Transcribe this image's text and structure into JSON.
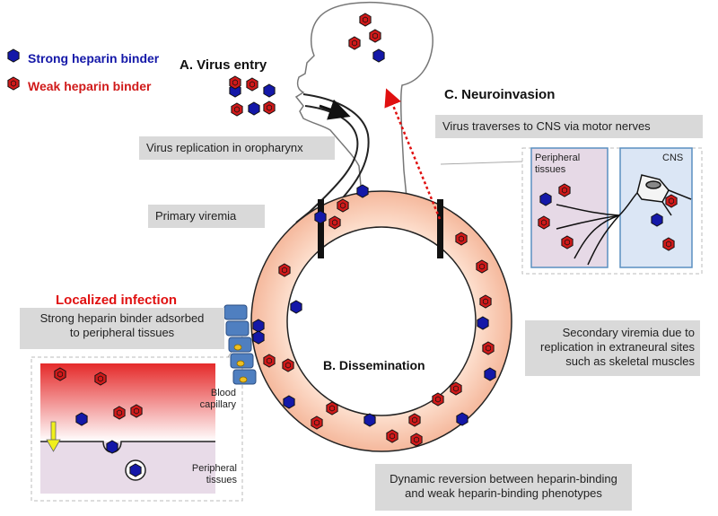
{
  "legend": {
    "strong": "Strong heparin binder",
    "weak": "Weak heparin binder",
    "strong_color": "#1418a8",
    "weak_color": "#d01a1a"
  },
  "sections": {
    "entry": "A. Virus entry",
    "neuro": "C. Neuroinvasion",
    "dissemination": "B. Dissemination",
    "localized": "Localized infection"
  },
  "boxes": {
    "oropharynx": "Virus replication in oropharynx",
    "primary": "Primary viremia",
    "motor": "Virus traverses to CNS via motor nerves",
    "adsorbed": [
      "Strong heparin binder adsorbed",
      "to peripheral tissues"
    ],
    "secondary": [
      "Secondary viremia due to",
      "replication in extraneural sites",
      "such as skeletal muscles"
    ],
    "reversion": [
      "Dynamic reversion between heparin-binding",
      "and weak heparin-binding phenotypes"
    ]
  },
  "insets": {
    "peripheral_tissues": [
      "Peripheral",
      "tissues"
    ],
    "cns": "CNS",
    "blood_capillary": [
      "Blood",
      "capillary"
    ],
    "peripheral_tissues_lower": [
      "Peripheral",
      "tissues"
    ]
  }
}
